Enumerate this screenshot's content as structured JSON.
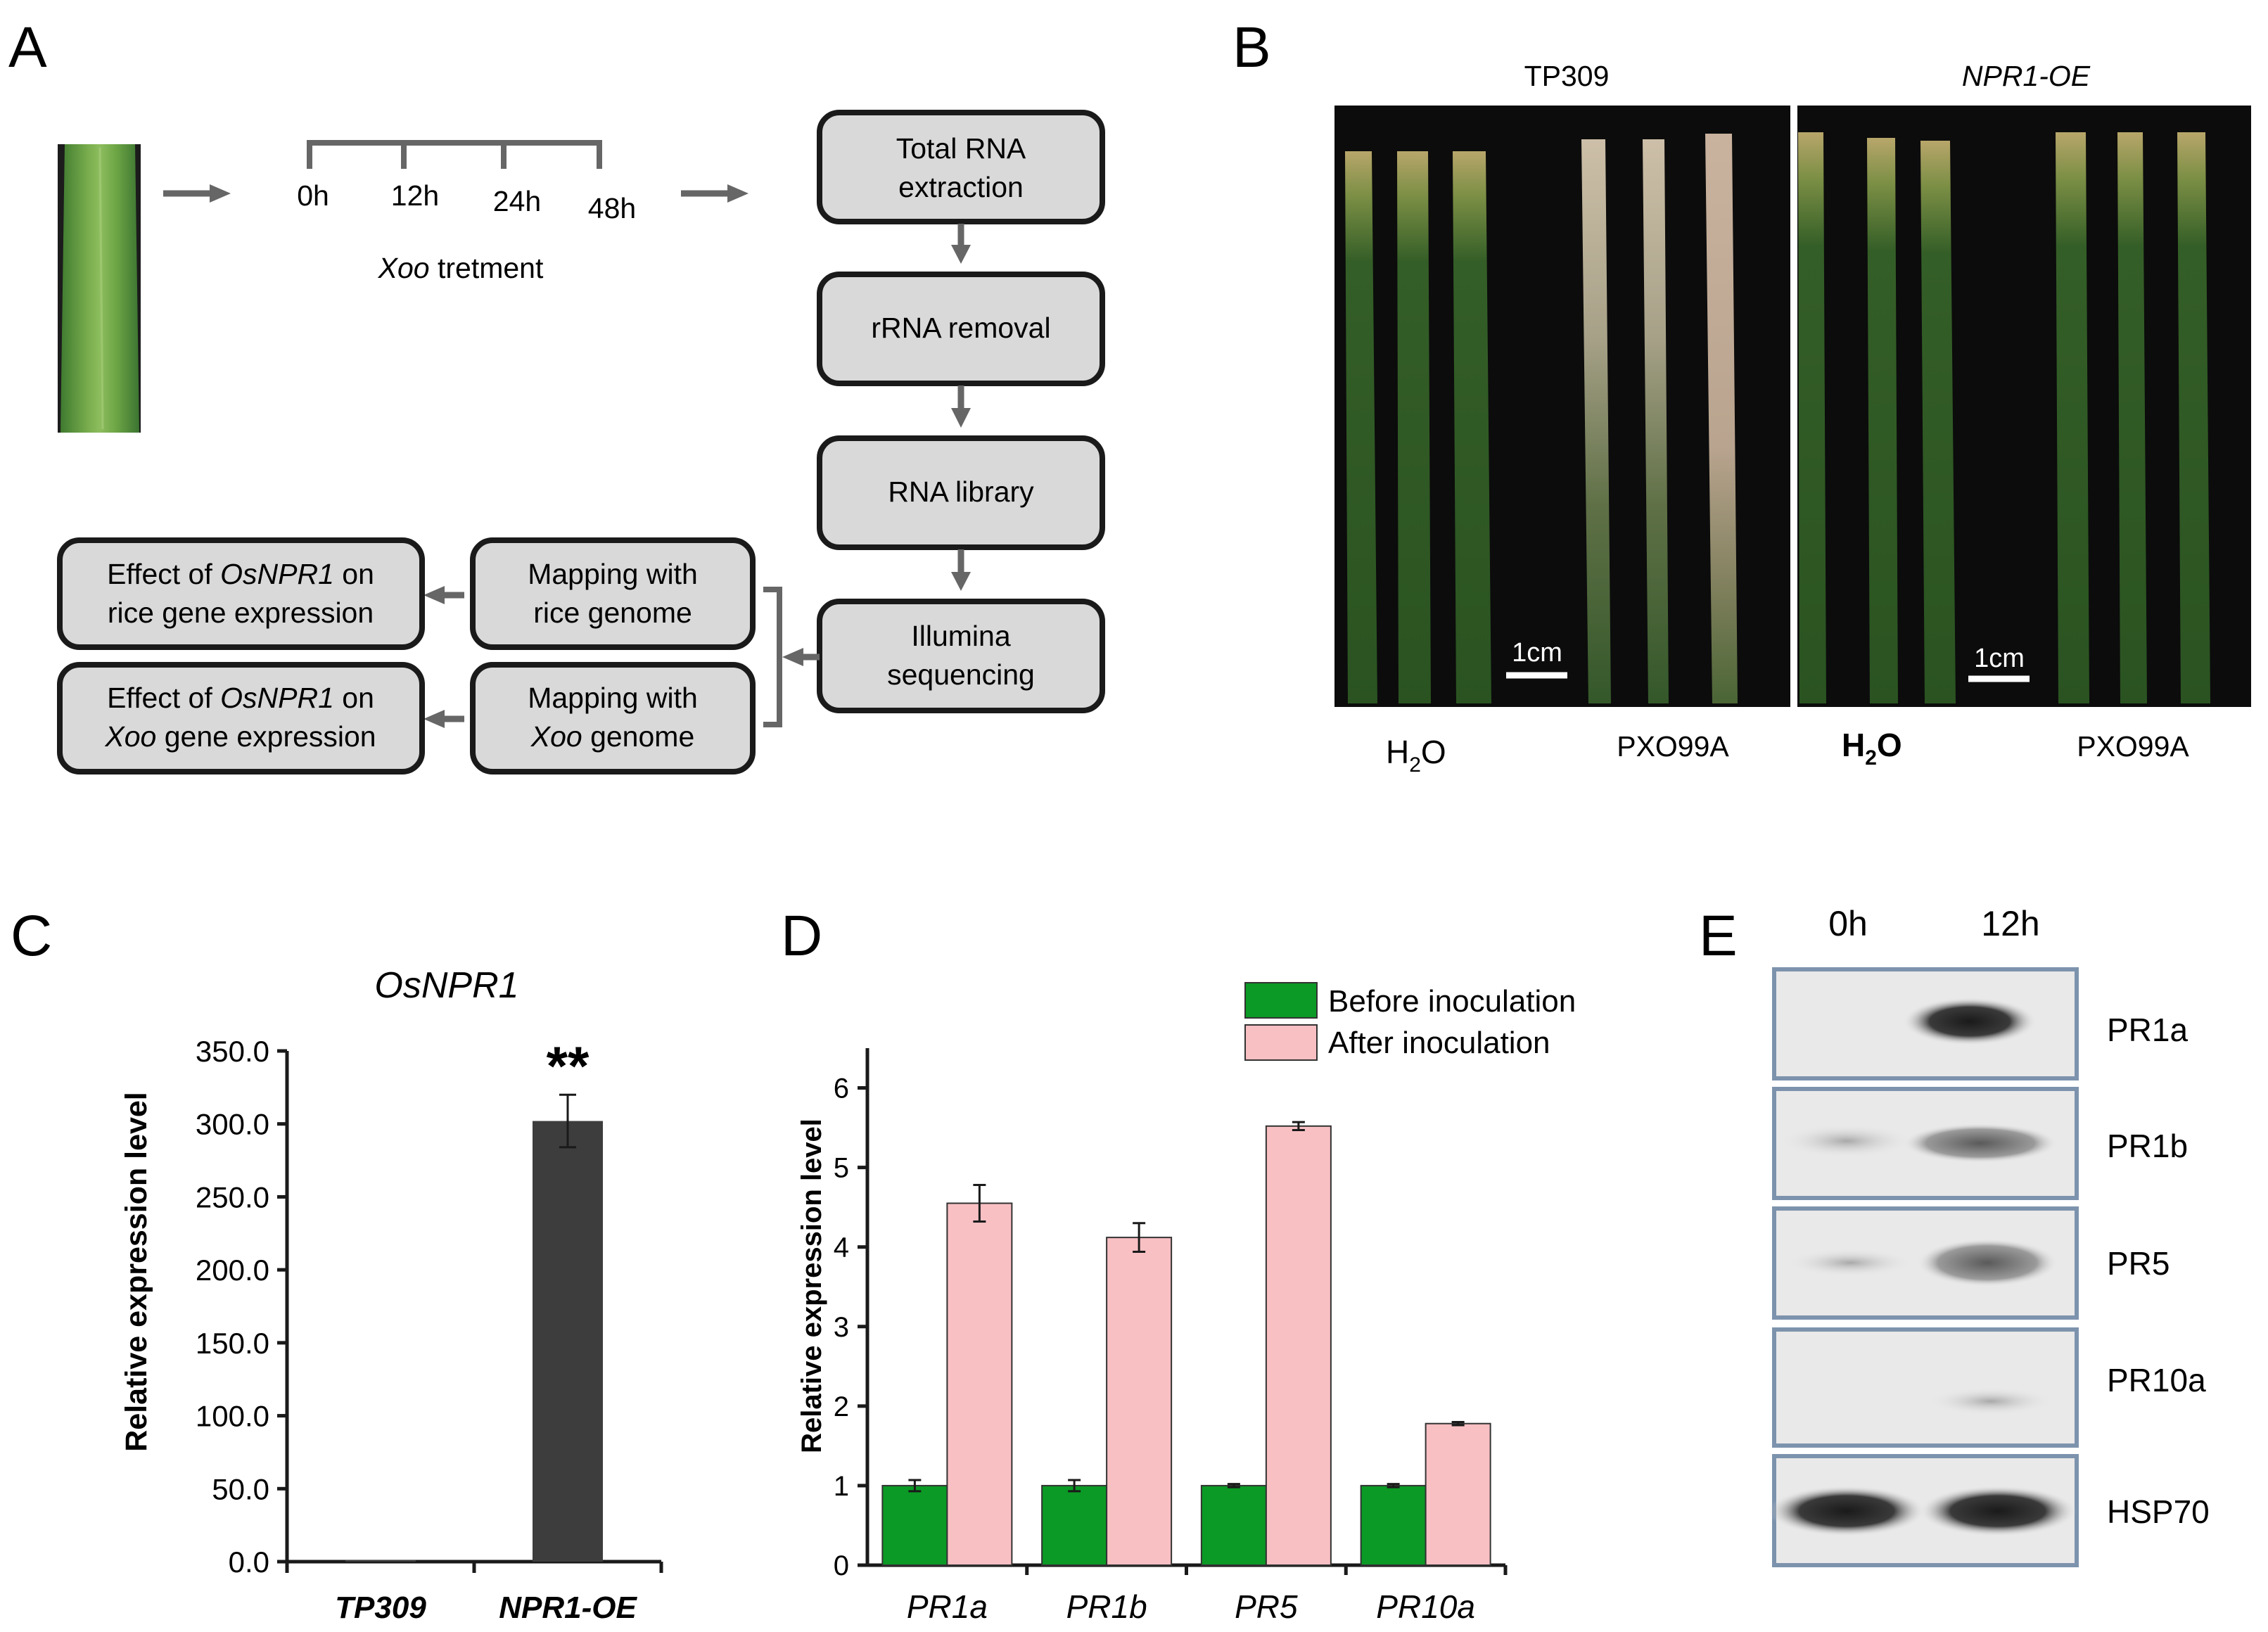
{
  "panel_labels": {
    "a": "A",
    "b": "B",
    "c": "C",
    "d": "D",
    "e": "E"
  },
  "panel_a": {
    "timeline_labels": [
      "0h",
      "12h",
      "24h",
      "48h"
    ],
    "treatment_italic": "Xoo",
    "treatment_rest": " tretment",
    "pipeline": [
      {
        "line1": "Total RNA",
        "line2": "extraction"
      },
      {
        "line1": "rRNA removal",
        "line2": ""
      },
      {
        "line1": "RNA library",
        "line2": ""
      },
      {
        "line1": "Illumina",
        "line2": "sequencing"
      }
    ],
    "mapping_rice": {
      "line1": "Mapping with",
      "line2": "rice genome"
    },
    "mapping_xoo": {
      "line1": "Mapping with",
      "line2_italic": "Xoo",
      "line2_rest": " genome"
    },
    "effect_rice": {
      "line1_a": "Effect of ",
      "line1_italic": "OsNPR1",
      "line1_b": " on",
      "line2": "rice gene expression"
    },
    "effect_xoo": {
      "line1_a": "Effect of ",
      "line1_italic": "OsNPR1",
      "line1_b": " on",
      "line2_italic": "Xoo",
      "line2_rest": " gene expression"
    }
  },
  "panel_b": {
    "left_title": "TP309",
    "right_title": "NPR1-OE",
    "scale_bar_label": "1cm",
    "h2o_main": "H",
    "h2o_sub": "2",
    "h2o_tail": "O",
    "pxo": "PXO99A"
  },
  "panel_e": {
    "columns": [
      "0h",
      "12h"
    ],
    "rows": [
      "PR1a",
      "PR1b",
      "PR5",
      "PR10a",
      "HSP70"
    ]
  },
  "chart_data": [
    {
      "panel": "C",
      "type": "bar",
      "title": "OsNPR1",
      "ylabel": "Relative expression level",
      "categories": [
        "TP309",
        "NPR1-OE"
      ],
      "values": [
        1.0,
        302.0
      ],
      "errors": [
        0.0,
        18.0
      ],
      "ylim": [
        0,
        350
      ],
      "yticks": [
        "0.0",
        "50.0",
        "100.0",
        "150.0",
        "200.0",
        "250.0",
        "300.0",
        "350.0"
      ],
      "annotation": "**",
      "color": "#3d3d3d"
    },
    {
      "panel": "D",
      "type": "bar",
      "ylabel": "Relative expression level",
      "categories": [
        "PR1a",
        "PR1b",
        "PR5",
        "PR10a"
      ],
      "series": [
        {
          "name": "Before inoculation",
          "values": [
            1.0,
            1.0,
            1.0,
            1.0
          ],
          "errors": [
            0.07,
            0.07,
            0.02,
            0.02
          ],
          "color": "#0b9a25"
        },
        {
          "name": "After inoculation",
          "values": [
            4.55,
            4.12,
            5.52,
            1.78
          ],
          "errors": [
            0.23,
            0.18,
            0.05,
            0.02
          ],
          "color": "#f9c0c4"
        }
      ],
      "ylim": [
        0,
        6.5
      ],
      "yticks": [
        "0",
        "1",
        "2",
        "3",
        "4",
        "5",
        "6"
      ],
      "legend_position": "top-right"
    }
  ]
}
